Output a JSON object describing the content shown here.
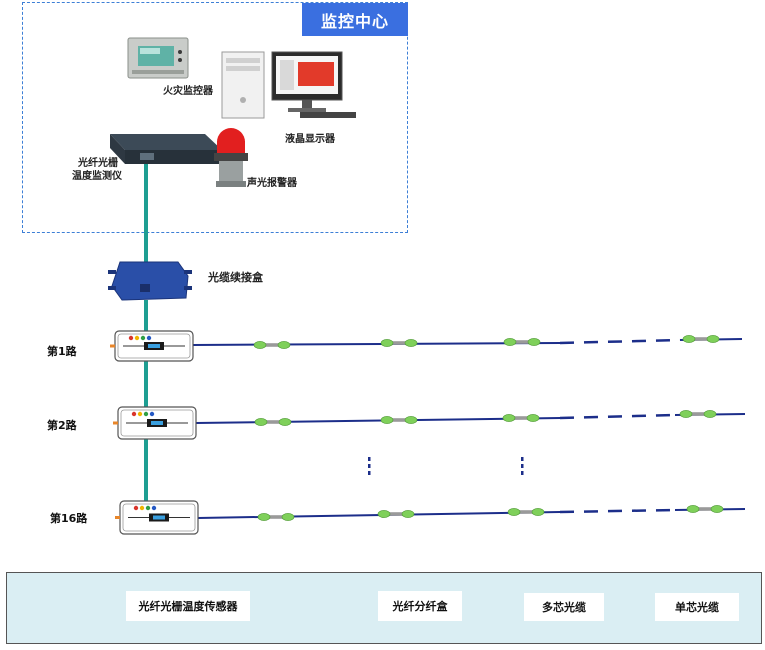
{
  "control_center": {
    "title": "监控中心"
  },
  "equipment": {
    "fire_controller": "火灾监控器",
    "lcd_display": "液晶显示器",
    "demodulator_line1": "光纤光栅",
    "demodulator_line2": "温度监测仪",
    "alarm": "声光报警器"
  },
  "junction_box": "光缆续接盒",
  "routes": [
    {
      "label": "第1路"
    },
    {
      "label": "第2路"
    },
    {
      "label": "第16路"
    }
  ],
  "legend": {
    "sensor": "光纤光栅温度传感器",
    "splitter": "光纤分纤盒",
    "multi_core": "多芯光缆",
    "single_core": "单芯光缆"
  },
  "colors": {
    "multi_core_cable": "#1e9e92",
    "single_core_cable": "#1c2e8a",
    "sensor_green": "#7fd05a",
    "title_badge": "#3a6fe0",
    "legend_background": "#daeef3"
  }
}
